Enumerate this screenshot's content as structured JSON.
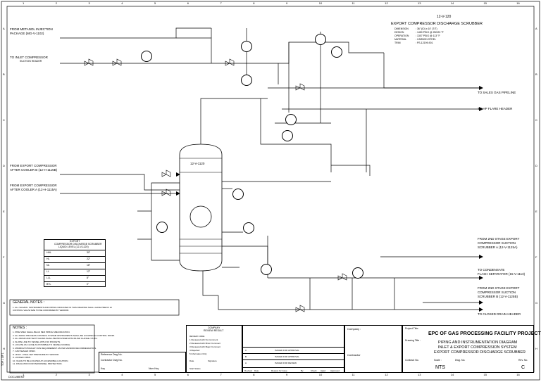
{
  "border": {
    "columns": [
      "1",
      "2",
      "3",
      "4",
      "5",
      "6",
      "7",
      "8",
      "9",
      "10",
      "11",
      "12",
      "13",
      "14",
      "15",
      "16"
    ],
    "rows": [
      "A",
      "B",
      "C",
      "D",
      "E",
      "F",
      "G",
      "H"
    ]
  },
  "equipment_header": {
    "tag": "12-V-120",
    "title": "EXPORT COMPRESSOR DISCHARGE SCRUBBER",
    "rows": [
      {
        "key": "DIMENSION",
        "value": ": 36\" (ID) x 10' (T/T)"
      },
      {
        "key": "DESIGN",
        "value": ": 1450 PSIG @ 250/20 °F"
      },
      {
        "key": "OPERATION",
        "value": ": 1307 PSIG @ 113 °F"
      },
      {
        "key": "MATERIAL",
        "value": ": CARBON STEEL"
      },
      {
        "key": "TRIM",
        "value": ": PS-12199-901"
      }
    ]
  },
  "offpage": {
    "from_methanol": [
      "FROM METANOL INJECTION",
      "PACKAGE (MG-V-1102)"
    ],
    "to_inlet": [
      "TO INLET COMPRESSOR",
      "SUCTION HEADER"
    ],
    "from_export_b": [
      "FROM EXPORT COMPRESSOR",
      "AFTER COOLER B (12-H-1115B)"
    ],
    "from_export_a": [
      "FROM EXPORT COMPRESSOR",
      "AFTER COOLER A (12-H-1115A)"
    ],
    "to_sales_gas": "TO SALES GAS PIPELINE",
    "to_hp_flare": "TO HP FLARE HEADER",
    "from_2nd_stage_a": [
      "FROM 2ND STAGE EXPORT",
      "COMPRESSOR SUCTION",
      "SCRUBBER A (12-V-1125A)"
    ],
    "to_condensate": [
      "TO CONDENSATE",
      "FLASH SEPARATOR (15-V-1113)"
    ],
    "from_2nd_stage_b": [
      "FROM 2ND STAGE EXPORT",
      "COMPRESSOR SUCTION",
      "SCRUBBER B (12-V-1125B)"
    ],
    "to_closed_drain": "TO CLOSED DRAIN HEADER"
  },
  "vessel": {
    "tag": "12-V-1120"
  },
  "liquid_level_table": {
    "title": [
      "EXPORT",
      "COMPRESSOR DISCHARGE SCRUBBER",
      "LIQUID LEVEL (12-V-1120)"
    ],
    "rows": [
      {
        "name": "HHL",
        "value": "30\""
      },
      {
        "name": "HL",
        "value": "22\""
      },
      {
        "name": "NL",
        "value": "18\""
      },
      {
        "name": "LL",
        "value": "12\""
      },
      {
        "name": "LLL",
        "value": "8\""
      },
      {
        "name": "BTL",
        "value": "0\""
      }
    ]
  },
  "general_notes": {
    "title": "GENERAL NOTES :",
    "lines": [
      "1.  ALL VALVES / INSTRUMENTS AND PIPING INDICATED IN THIS DRAWING SHALL HAVE PREFIX 12",
      "    CONTROL VALVE SIZE TO BE CONFIRMED BY VENDOR."
    ]
  },
  "notes": {
    "title": "NOTES :",
    "lines": [
      "1.  PIPE SPEC SHALL BE AS PER PIPING SPECIFICATION.",
      "2.  ALL BASIC PROCESS CONTROL SYSTEM INSTRUMENTS SHALL BE LOCATED IN CONTROL ROOM.",
      "3.  ALL DRAIN AND VENT VALVES SHALL BE PROVIDED WITH BLIND FLANGE / PLUG.",
      "4.  SLOPE LINE TO VESSEL WITH NO POCKETS.",
      "5.  LOCATE AS CLOSE AS POSSIBLE TO VESSEL NOZZLE.",
      "6.  MINIMUM STRAIGHT RUN REQUIREMENT AS PER VENDOR RECOMMENDATION.",
      "7.  CAR SEALED OPEN.",
      "8.  HOLD - FINAL SET PRESSURE BY VENDOR.",
      "9.  LOCKED OPEN.",
      "10. VALVE TO BE LOCATED AT ACCESSIBLE LOCATION.",
      "11. INSULATION FOR PERSONNEL PROTECTION."
    ]
  },
  "ref_block": {
    "headers": [
      "Reference Dwg No.",
      "Contractor Dwg No."
    ],
    "key": "Key",
    "num_key": "Num Key"
  },
  "company_review": {
    "title": [
      "COMPANY",
      "REVIEW RESULT"
    ],
    "review_code": "REVIEW CODE",
    "codes": [
      "1  Reviewed with No Comment",
      "2  Reviewed with Minor Comment",
      "3  Reviewed with Major Comment",
      "4  Rejected",
      "5  Information Only"
    ],
    "date": "Date",
    "signature": "Signature",
    "start_status": "Start Status"
  },
  "revisions": {
    "rows": [
      {
        "rev": "C",
        "date": "",
        "desc": "ISSUED FOR APPROVAL"
      },
      {
        "rev": "B",
        "date": "",
        "desc": "ISSUED FOR APPROVAL"
      },
      {
        "rev": "A",
        "date": "",
        "desc": "ISSUED FOR REVIEW"
      }
    ],
    "headers": [
      "Revised",
      "Date",
      "Reason for Issue",
      "By",
      "Check",
      "Appd",
      "Approved"
    ]
  },
  "title_block": {
    "company_label": "Company :",
    "contractor_label": "Contractor",
    "project_label": "Project Title :",
    "project": "EPC OF GAS PROCESSING FACILITY PROJECT",
    "drawing_label": "Drawing Title :",
    "drawing_lines": [
      "PIPING AND INSTRUMENTATION DIAGRAM",
      "INLET & EXPORT COMPRESSION SYSTEM",
      "EXPORT COMPRESSOR DISCHARGE SCRUBBER"
    ],
    "contract_label": "Contract No.",
    "scale_label": "Scale :",
    "scale": "NTS",
    "dwg_label": "Dwg. No.",
    "rev_label": "Rev. No.",
    "rev": "C"
  },
  "footer": {
    "left": "DOCUMENT",
    "side": "TOP 1 OF 1"
  }
}
